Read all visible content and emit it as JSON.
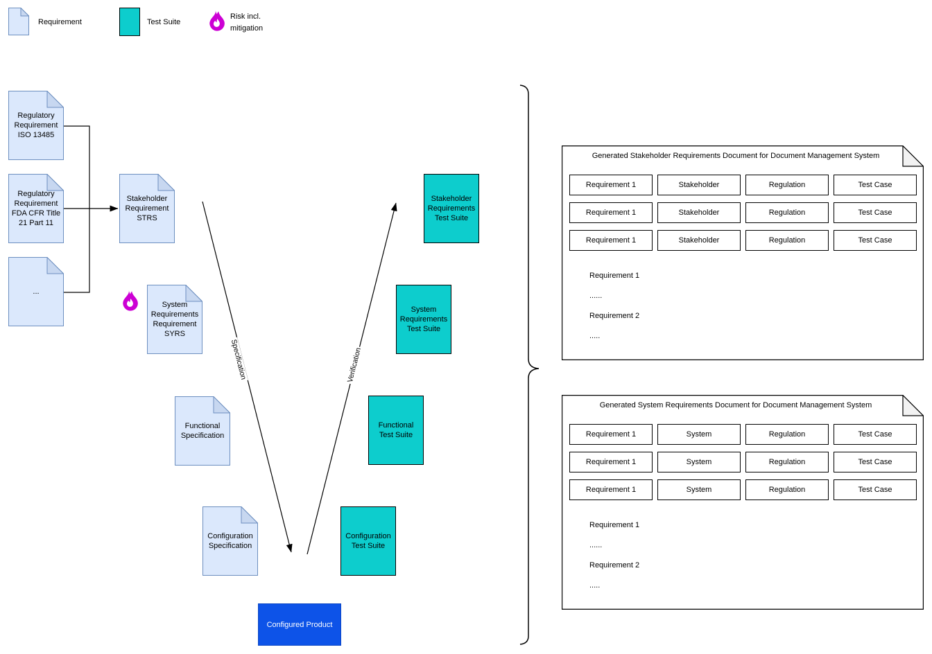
{
  "legend": {
    "requirement_label": "Requirement",
    "test_suite_label": "Test Suite",
    "risk_label": "Risk incl.\nmitigation"
  },
  "colors": {
    "document_fill": "#dbe8fc",
    "document_border": "#6c8ebf",
    "document_fold": "#c7d7f0",
    "test_suite_fill": "#0dcdcd",
    "product_fill": "#0d53e8",
    "risk_flame": "#cc00d4",
    "panel_fold": "#f2f2f2"
  },
  "documents": {
    "regulatory_iso": "Regulatory\nRequirement\nISO 13485",
    "regulatory_fda": "Regulatory\nRequirement\nFDA CFR Title\n21 Part 11",
    "regulatory_more": "...",
    "stakeholder": "Stakeholder\nRequirement\nSTRS",
    "system": "System\nRequirements\nRequirement\nSYRS",
    "functional": "Functional\nSpecification",
    "configuration": "Configuration\nSpecification"
  },
  "test_suites": {
    "stakeholder": "Stakeholder\nRequirements\nTest Suite",
    "system": "System\nRequirements\nTest Suite",
    "functional": "Functional\nTest Suite",
    "configuration": "Configuration\nTest Suite"
  },
  "product_label": "Configured Product",
  "edge_labels": {
    "specification": "Specification",
    "verification": "Verification"
  },
  "panels": [
    {
      "title": "Generated Stakeholder Requirements Document for Document Management System",
      "rows": [
        [
          "Requirement 1",
          "Stakeholder",
          "Regulation",
          "Test Case"
        ],
        [
          "Requirement 1",
          "Stakeholder",
          "Regulation",
          "Test Case"
        ],
        [
          "Requirement 1",
          "Stakeholder",
          "Regulation",
          "Test Case"
        ]
      ],
      "body": [
        "Requirement 1",
        "......",
        "Requirement 2",
        "....."
      ]
    },
    {
      "title": "Generated System Requirements Document for Document Management System",
      "rows": [
        [
          "Requirement 1",
          "System",
          "Regulation",
          "Test Case"
        ],
        [
          "Requirement 1",
          "System",
          "Regulation",
          "Test Case"
        ],
        [
          "Requirement 1",
          "System",
          "Regulation",
          "Test Case"
        ]
      ],
      "body": [
        "Requirement 1",
        "......",
        "Requirement 2",
        "....."
      ]
    }
  ]
}
